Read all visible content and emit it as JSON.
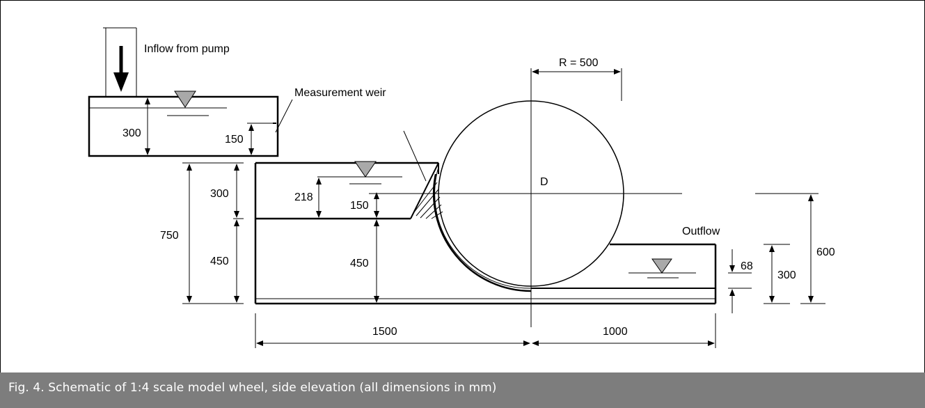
{
  "labels": {
    "inflow": "Inflow from pump",
    "weir": "Measurement weir",
    "radius": "R = 500",
    "center": "D",
    "outflow": "Outflow"
  },
  "dimensions": {
    "tank_depth": "300",
    "weir_height": "150",
    "upper_height": "300",
    "total_height": "750",
    "lower_height": "450",
    "water_depth": "218",
    "sill_height": "150",
    "channel_height": "450",
    "drop": "68",
    "tail_height": "300",
    "axle_height": "600",
    "upstream_length": "1500",
    "downstream_length": "1000"
  },
  "caption": "Fig. 4. Schematic of 1:4 scale model wheel, side elevation (all dimensions in mm)",
  "colors": {
    "caption_bg": "#7d7d7d",
    "water_marker": "#a9a9a9"
  }
}
